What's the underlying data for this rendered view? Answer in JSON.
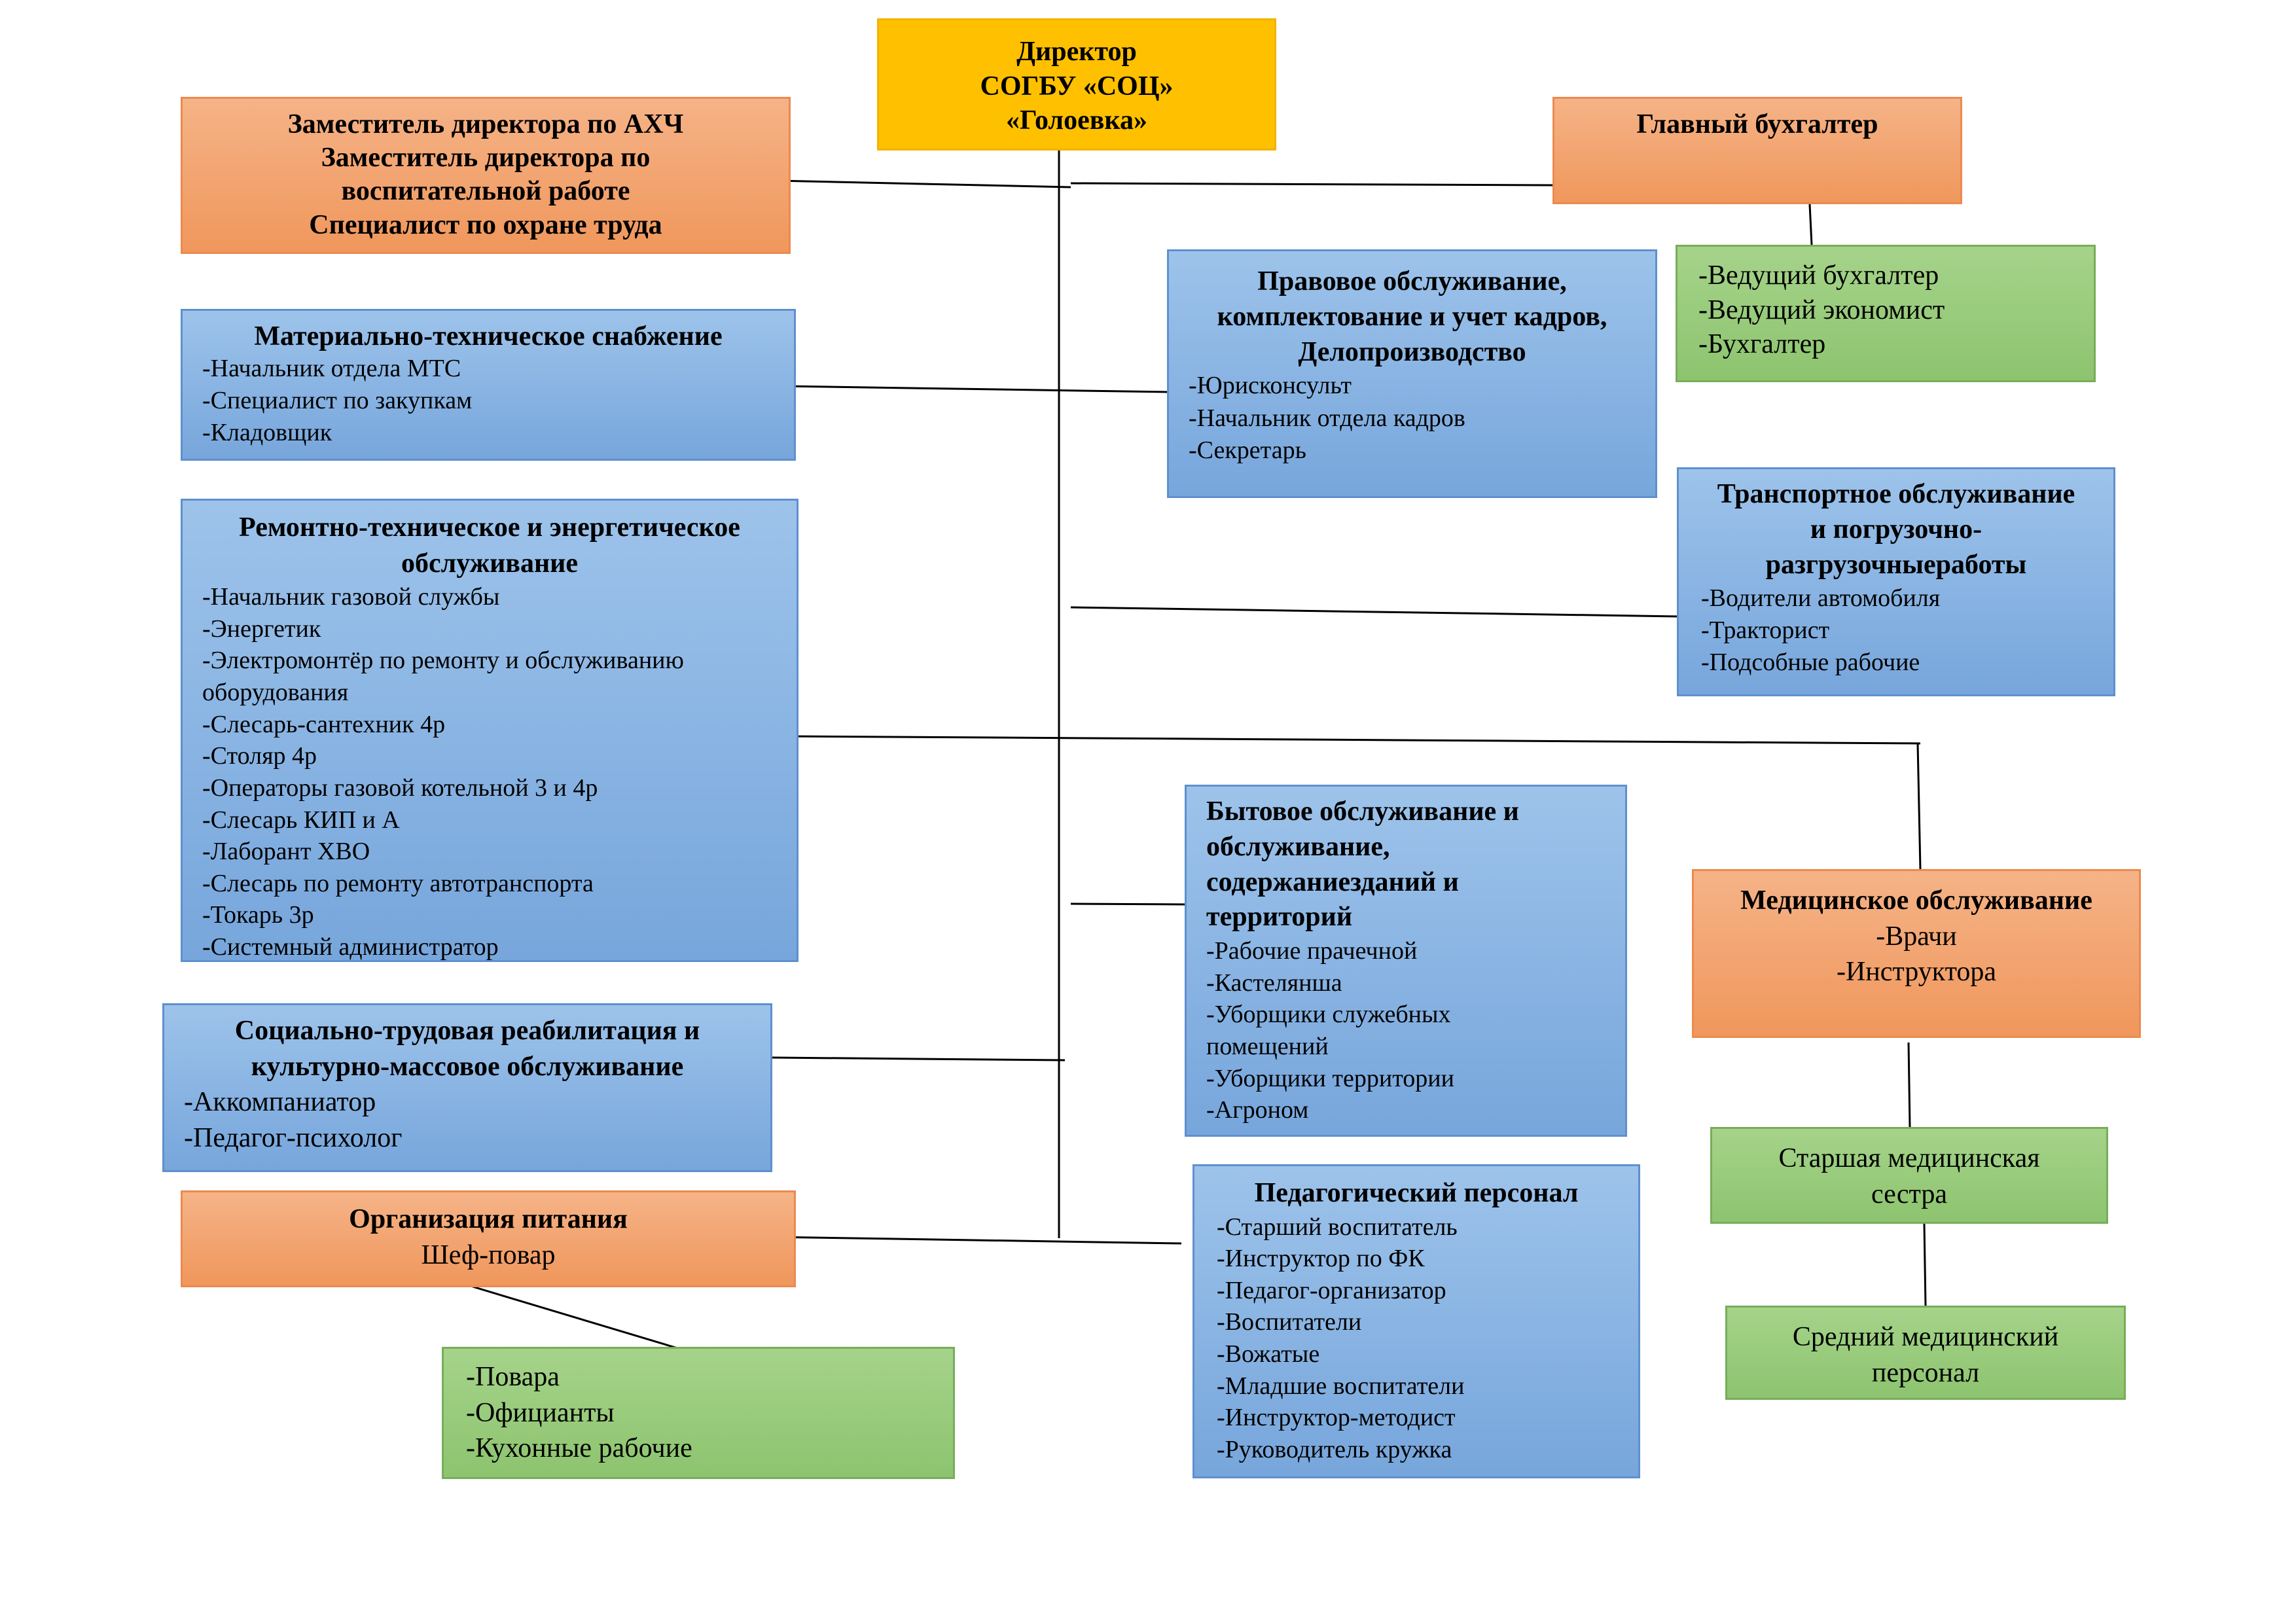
{
  "director": {
    "lines": [
      "Директор",
      "СОГБУ «СОЦ»",
      "«Голоевка»"
    ]
  },
  "deputies": {
    "lines": [
      "Заместитель директора по АХЧ",
      "Заместитель директора по",
      "воспитательной работе",
      "Специалист по охране труда"
    ]
  },
  "chief_accountant": {
    "title": "Главный бухгалтер"
  },
  "accounting": {
    "items": [
      "-Ведущий бухгалтер",
      "-Ведущий экономист",
      "-Бухгалтер"
    ]
  },
  "legal": {
    "title_lines": [
      "Правовое обслуживание,",
      "комплектование и учет кадров,",
      "Делопроизводство"
    ],
    "items": [
      "-Юрисконсульт",
      "-Начальник отдела кадров",
      "-Секретарь"
    ]
  },
  "supply": {
    "title": "Материально-техническое снабжение",
    "items": [
      "-Начальник отдела МТС",
      "-Специалист по закупкам",
      "-Кладовщик"
    ]
  },
  "repair": {
    "title_lines": [
      "Ремонтно-техническое и энергетическое",
      "обслуживание"
    ],
    "items": [
      "-Начальник газовой службы",
      "-Энергетик",
      "-Электромонтёр по ремонту и обслуживанию",
      "оборудования",
      "-Слесарь-сантехник 4р",
      "-Столяр 4р",
      "-Операторы газовой котельной 3 и 4р",
      "-Слесарь КИП и А",
      "-Лаборант ХВО",
      "-Слесарь по ремонту автотранспорта",
      "-Токарь 3р",
      "-Системный администратор"
    ]
  },
  "transport": {
    "title_lines": [
      "Транспортное обслуживание",
      "и погрузочно-",
      "разгрузочныеработы"
    ],
    "items": [
      "-Водители автомобиля",
      "-Тракторист",
      "-Подсобные рабочие"
    ]
  },
  "household": {
    "title_lines": [
      "Бытовое обслуживание и",
      "обслуживание,",
      "содержаниезданий и",
      "территорий"
    ],
    "items": [
      "-Рабочие прачечной",
      "-Кастелянша",
      "-Уборщики служебных",
      "помещений",
      "-Уборщики территории",
      "-Агроном"
    ]
  },
  "medical": {
    "title": "Медицинское обслуживание",
    "items": [
      "-Врачи",
      "-Инструктора"
    ]
  },
  "senior_nurse": {
    "lines": [
      "Старшая медицинская",
      "сестра"
    ]
  },
  "mid_medical": {
    "lines": [
      "Средний медицинский",
      "персонал"
    ]
  },
  "social": {
    "title_lines": [
      "Социально-трудовая реабилитация и",
      "культурно-массовое обслуживание"
    ],
    "items": [
      "-Аккомпаниатор",
      "-Педагог-психолог"
    ]
  },
  "catering": {
    "title": "Организация питания",
    "sub": "Шеф-повар"
  },
  "kitchen": {
    "items": [
      "-Повара",
      "-Официанты",
      "-Кухонные рабочие"
    ]
  },
  "pedagogical": {
    "title": "Педагогический персонал",
    "items": [
      "-Старший воспитатель",
      "-Инструктор по ФК",
      "-Педагог-организатор",
      "-Воспитатели",
      "-Вожатые",
      "-Младшие воспитатели",
      "-Инструктор-методист",
      "-Руководитель кружка"
    ]
  },
  "colors": {
    "orange": "#f0975c",
    "blue": "#77a6dc",
    "green": "#8dc46f",
    "yellow": "#ffc000"
  }
}
